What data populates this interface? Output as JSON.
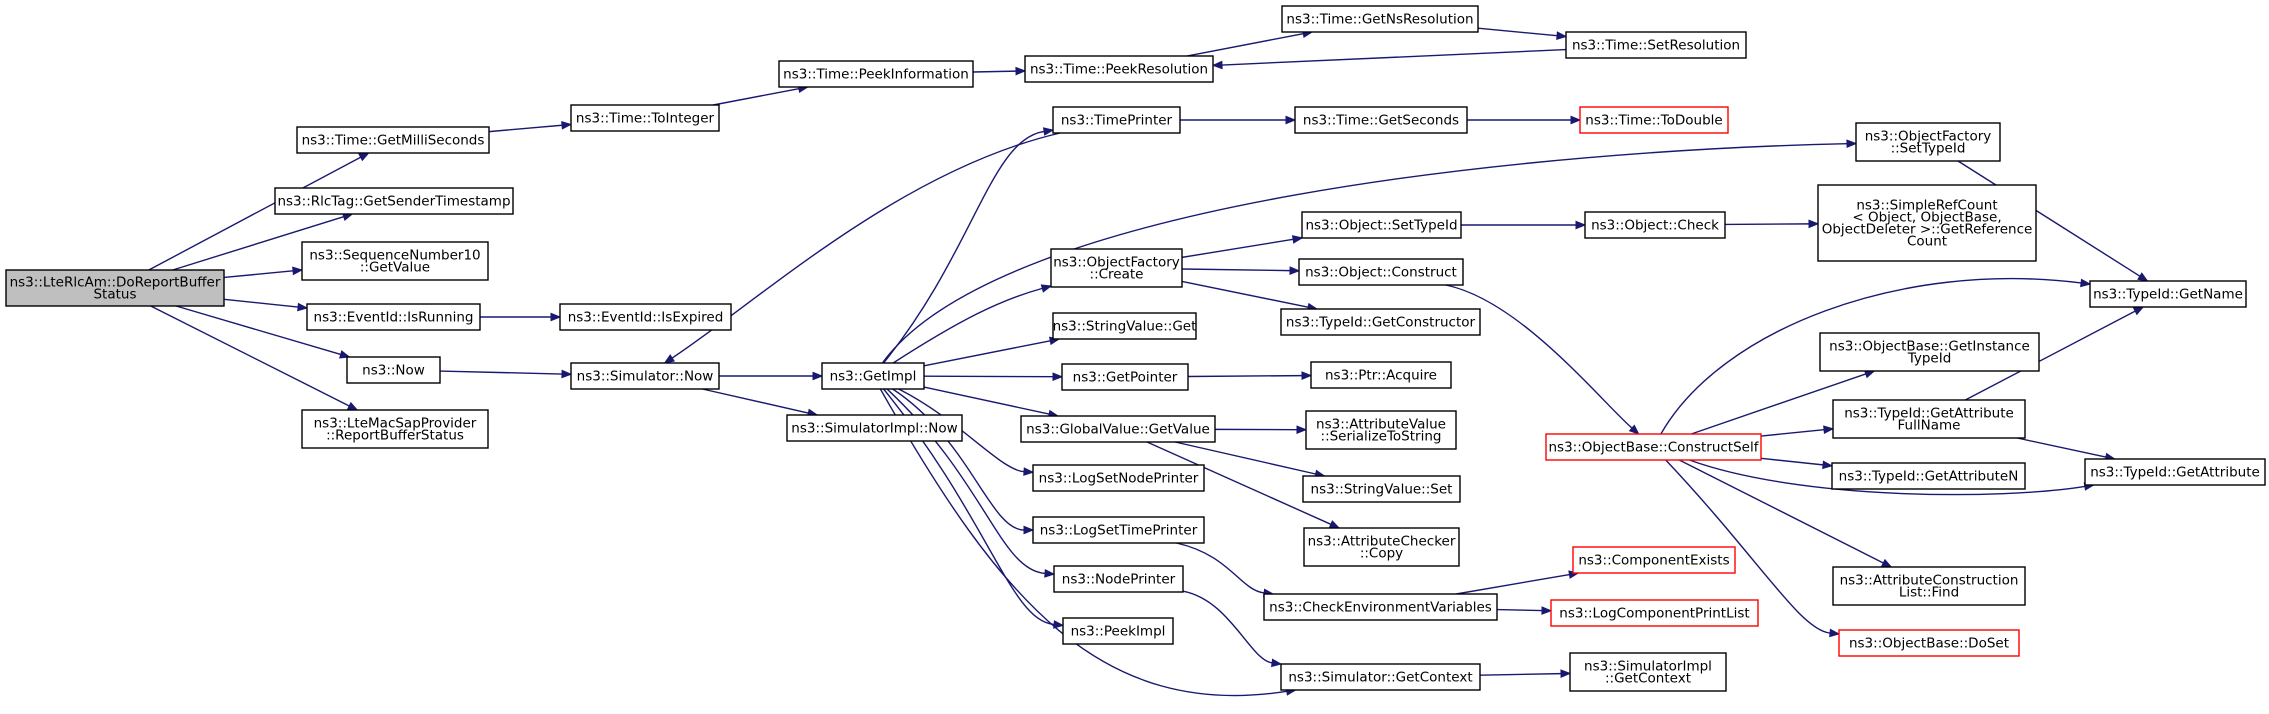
{
  "graph": {
    "nodes": {
      "doreport": {
        "lines": [
          "ns3::LteRlcAm::DoReportBuffer",
          "Status"
        ],
        "style": "focus"
      },
      "getmilli": {
        "lines": [
          "ns3::Time::GetMilliSeconds"
        ],
        "style": "normal"
      },
      "rlctag": {
        "lines": [
          "ns3::RlcTag::GetSenderTimestamp"
        ],
        "style": "normal"
      },
      "seqnum": {
        "lines": [
          "ns3::SequenceNumber10",
          "::GetValue"
        ],
        "style": "normal"
      },
      "isrunning": {
        "lines": [
          "ns3::EventId::IsRunning"
        ],
        "style": "normal"
      },
      "now": {
        "lines": [
          "ns3::Now"
        ],
        "style": "normal"
      },
      "ltemac": {
        "lines": [
          "ns3::LteMacSapProvider",
          "::ReportBufferStatus"
        ],
        "style": "normal"
      },
      "tointeger": {
        "lines": [
          "ns3::Time::ToInteger"
        ],
        "style": "normal"
      },
      "peekinfo": {
        "lines": [
          "ns3::Time::PeekInformation"
        ],
        "style": "normal"
      },
      "peekres": {
        "lines": [
          "ns3::Time::PeekResolution"
        ],
        "style": "normal"
      },
      "getnsres": {
        "lines": [
          "ns3::Time::GetNsResolution"
        ],
        "style": "normal"
      },
      "setres": {
        "lines": [
          "ns3::Time::SetResolution"
        ],
        "style": "normal"
      },
      "isexpired": {
        "lines": [
          "ns3::EventId::IsExpired"
        ],
        "style": "normal"
      },
      "simnow": {
        "lines": [
          "ns3::Simulator::Now"
        ],
        "style": "normal"
      },
      "getimpl": {
        "lines": [
          "ns3::GetImpl"
        ],
        "style": "normal"
      },
      "simimplnow": {
        "lines": [
          "ns3::SimulatorImpl::Now"
        ],
        "style": "normal"
      },
      "timeprinter": {
        "lines": [
          "ns3::TimePrinter"
        ],
        "style": "normal"
      },
      "getseconds": {
        "lines": [
          "ns3::Time::GetSeconds"
        ],
        "style": "normal"
      },
      "todouble": {
        "lines": [
          "ns3::Time::ToDouble"
        ],
        "style": "missing"
      },
      "objfactcreate": {
        "lines": [
          "ns3::ObjectFactory",
          "::Create"
        ],
        "style": "normal"
      },
      "objfactsettypeid": {
        "lines": [
          "ns3::ObjectFactory",
          "::SetTypeId"
        ],
        "style": "normal"
      },
      "objsettypeid": {
        "lines": [
          "ns3::Object::SetTypeId"
        ],
        "style": "normal"
      },
      "objcheck": {
        "lines": [
          "ns3::Object::Check"
        ],
        "style": "normal"
      },
      "simplerefcount": {
        "lines": [
          "ns3::SimpleRefCount",
          "< Object, ObjectBase,",
          "ObjectDeleter >::GetReference",
          "Count"
        ],
        "style": "normal"
      },
      "objconstruct": {
        "lines": [
          "ns3::Object::Construct"
        ],
        "style": "normal"
      },
      "typeidgetname": {
        "lines": [
          "ns3::TypeId::GetName"
        ],
        "style": "normal"
      },
      "typeidgetctor": {
        "lines": [
          "ns3::TypeId::GetConstructor"
        ],
        "style": "normal"
      },
      "stringvalueget": {
        "lines": [
          "ns3::StringValue::Get"
        ],
        "style": "normal"
      },
      "getpointer": {
        "lines": [
          "ns3::GetPointer"
        ],
        "style": "normal"
      },
      "ptracquire": {
        "lines": [
          "ns3::Ptr::Acquire"
        ],
        "style": "normal"
      },
      "globalgetvalue": {
        "lines": [
          "ns3::GlobalValue::GetValue"
        ],
        "style": "normal"
      },
      "attrserialize": {
        "lines": [
          "ns3::AttributeValue",
          "::SerializeToString"
        ],
        "style": "normal"
      },
      "stringvalueset": {
        "lines": [
          "ns3::StringValue::Set"
        ],
        "style": "normal"
      },
      "attrcheckercopy": {
        "lines": [
          "ns3::AttributeChecker",
          "::Copy"
        ],
        "style": "normal"
      },
      "logsetnode": {
        "lines": [
          "ns3::LogSetNodePrinter"
        ],
        "style": "normal"
      },
      "logsettime": {
        "lines": [
          "ns3::LogSetTimePrinter"
        ],
        "style": "normal"
      },
      "nodeprinter": {
        "lines": [
          "ns3::NodePrinter"
        ],
        "style": "normal"
      },
      "peekimpl": {
        "lines": [
          "ns3::PeekImpl"
        ],
        "style": "normal"
      },
      "checkenv": {
        "lines": [
          "ns3::CheckEnvironmentVariables"
        ],
        "style": "normal"
      },
      "compexists": {
        "lines": [
          "ns3::ComponentExists"
        ],
        "style": "missing"
      },
      "logcompprint": {
        "lines": [
          "ns3::LogComponentPrintList"
        ],
        "style": "missing"
      },
      "simgetctx": {
        "lines": [
          "ns3::Simulator::GetContext"
        ],
        "style": "normal"
      },
      "simimplgetctx": {
        "lines": [
          "ns3::SimulatorImpl",
          "::GetContext"
        ],
        "style": "normal"
      },
      "constructself": {
        "lines": [
          "ns3::ObjectBase::ConstructSelf"
        ],
        "style": "missing"
      },
      "getinstancetypeid": {
        "lines": [
          "ns3::ObjectBase::GetInstance",
          "TypeId"
        ],
        "style": "normal"
      },
      "getattrfullname": {
        "lines": [
          "ns3::TypeId::GetAttribute",
          "FullName"
        ],
        "style": "normal"
      },
      "getattrn": {
        "lines": [
          "ns3::TypeId::GetAttributeN"
        ],
        "style": "normal"
      },
      "getattribute": {
        "lines": [
          "ns3::TypeId::GetAttribute"
        ],
        "style": "normal"
      },
      "attrconstructfind": {
        "lines": [
          "ns3::AttributeConstruction",
          "List::Find"
        ],
        "style": "normal"
      },
      "doset": {
        "lines": [
          "ns3::ObjectBase::DoSet"
        ],
        "style": "missing"
      }
    },
    "edges": [
      [
        "doreport",
        "getmilli"
      ],
      [
        "doreport",
        "rlctag"
      ],
      [
        "doreport",
        "seqnum"
      ],
      [
        "doreport",
        "isrunning"
      ],
      [
        "doreport",
        "now"
      ],
      [
        "doreport",
        "ltemac"
      ],
      [
        "getmilli",
        "tointeger"
      ],
      [
        "tointeger",
        "peekinfo"
      ],
      [
        "peekinfo",
        "peekres"
      ],
      [
        "peekres",
        "getnsres"
      ],
      [
        "getnsres",
        "setres"
      ],
      [
        "setres",
        "peekres"
      ],
      [
        "isrunning",
        "isexpired"
      ],
      [
        "now",
        "simnow"
      ],
      [
        "simnow",
        "getimpl"
      ],
      [
        "simnow",
        "simimplnow"
      ],
      [
        "getimpl",
        "timeprinter"
      ],
      [
        "timeprinter",
        "simnow"
      ],
      [
        "getimpl",
        "objfactsettypeid"
      ],
      [
        "getimpl",
        "objfactcreate"
      ],
      [
        "getimpl",
        "stringvalueget"
      ],
      [
        "getimpl",
        "getpointer"
      ],
      [
        "getimpl",
        "globalgetvalue"
      ],
      [
        "getimpl",
        "logsetnode"
      ],
      [
        "getimpl",
        "logsettime"
      ],
      [
        "getimpl",
        "nodeprinter"
      ],
      [
        "getimpl",
        "peekimpl"
      ],
      [
        "getimpl",
        "simgetctx"
      ],
      [
        "timeprinter",
        "getseconds"
      ],
      [
        "getseconds",
        "todouble"
      ],
      [
        "objfactcreate",
        "objsettypeid"
      ],
      [
        "objfactcreate",
        "objconstruct"
      ],
      [
        "objfactcreate",
        "typeidgetctor"
      ],
      [
        "objsettypeid",
        "objcheck"
      ],
      [
        "objcheck",
        "simplerefcount"
      ],
      [
        "objfactsettypeid",
        "typeidgetname"
      ],
      [
        "objconstruct",
        "constructself"
      ],
      [
        "getpointer",
        "ptracquire"
      ],
      [
        "globalgetvalue",
        "attrserialize"
      ],
      [
        "globalgetvalue",
        "stringvalueset"
      ],
      [
        "globalgetvalue",
        "attrcheckercopy"
      ],
      [
        "logsettime",
        "checkenv"
      ],
      [
        "nodeprinter",
        "simgetctx"
      ],
      [
        "checkenv",
        "compexists"
      ],
      [
        "checkenv",
        "logcompprint"
      ],
      [
        "simgetctx",
        "simimplgetctx"
      ],
      [
        "constructself",
        "typeidgetname"
      ],
      [
        "constructself",
        "getinstancetypeid"
      ],
      [
        "constructself",
        "getattrfullname"
      ],
      [
        "constructself",
        "getattrn"
      ],
      [
        "constructself",
        "getattribute"
      ],
      [
        "constructself",
        "attrconstructfind"
      ],
      [
        "constructself",
        "doset"
      ],
      [
        "getattrfullname",
        "typeidgetname"
      ],
      [
        "getattrfullname",
        "getattribute"
      ]
    ]
  }
}
